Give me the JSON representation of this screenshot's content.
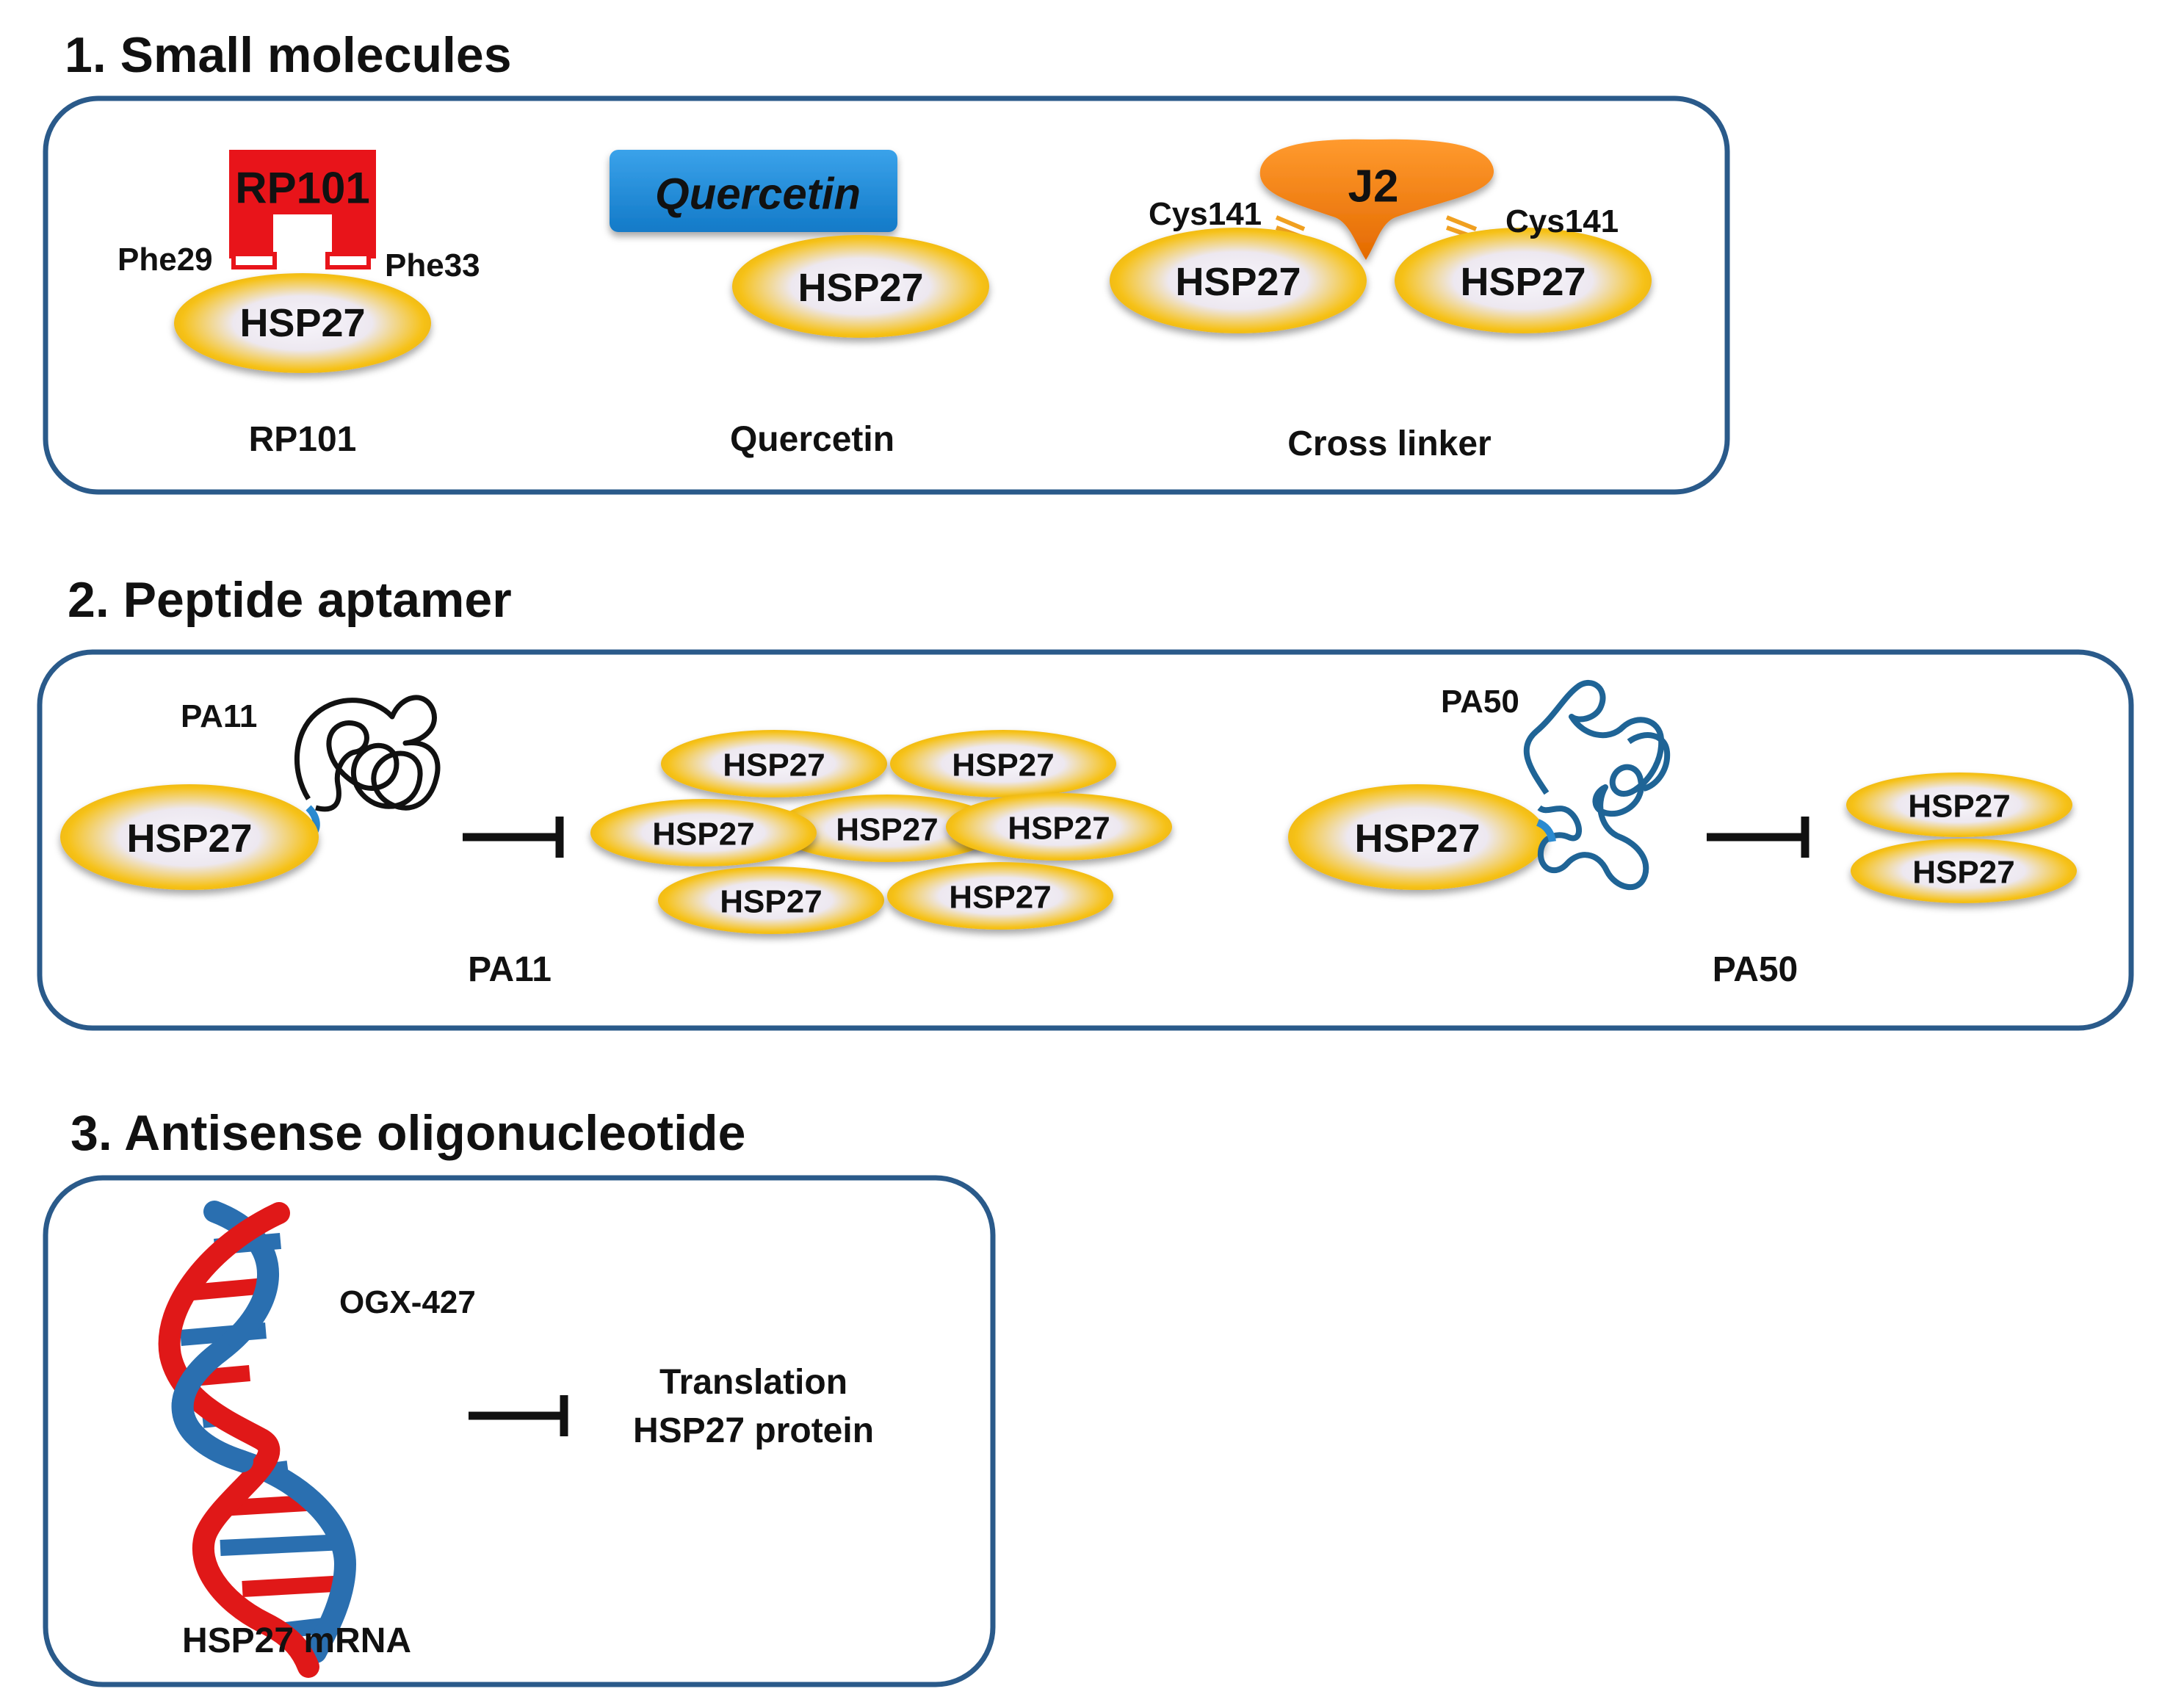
{
  "sections": [
    {
      "heading": "1. Small molecules",
      "items": [
        {
          "caption": "RP101",
          "ligand": "RP101",
          "site_left": "Phe29",
          "site_right": "Phe33",
          "protein": "HSP27",
          "ligand_color": "#e8141a"
        },
        {
          "caption": "Quercetin",
          "ligand": "Quercetin",
          "protein": "HSP27",
          "ligand_color": "#1c8ad8"
        },
        {
          "caption": "Cross linker",
          "ligand": "J2",
          "site_left": "Cys141",
          "site_right": "Cys141",
          "protein_left": "HSP27",
          "protein_right": "HSP27",
          "ligand_color": "#f07810"
        }
      ]
    },
    {
      "heading": "2. Peptide aptamer",
      "items": [
        {
          "caption": "PA11",
          "aptamer": "PA11",
          "protein": "HSP27",
          "aptamer_color": "#111111",
          "oligomer": [
            "HSP27",
            "HSP27",
            "HSP27",
            "HSP27",
            "HSP27",
            "HSP27",
            "HSP27"
          ]
        },
        {
          "caption": "PA50",
          "aptamer": "PA50",
          "protein": "HSP27",
          "aptamer_color": "#1f6496",
          "dimer": [
            "HSP27",
            "HSP27"
          ]
        }
      ]
    },
    {
      "heading": "3. Antisense oligonucleotide",
      "items": [
        {
          "drug": "OGX-427",
          "mrna": "HSP27 mRNA",
          "target_line1": "Translation",
          "target_line2": "HSP27 protein",
          "strand_colors": [
            "#2a6fb0",
            "#e01818"
          ]
        }
      ]
    }
  ],
  "colors": {
    "panel_border": "#2a5a8a",
    "ellipse_gold": "#f2b705",
    "ellipse_center": "#f4f2f8"
  }
}
